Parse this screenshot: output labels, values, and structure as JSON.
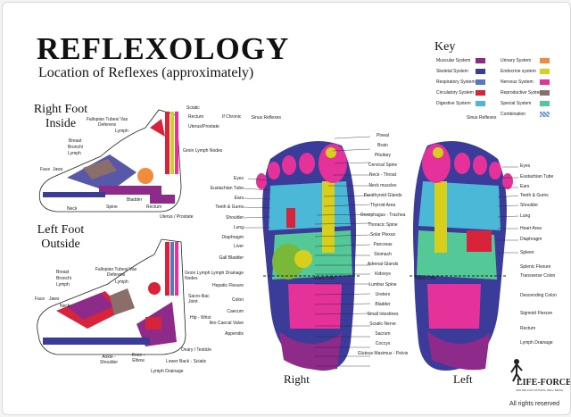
{
  "title": "REFLEXOLOGY",
  "subtitle": "Location of Reflexes (approximately)",
  "right_inside": {
    "heading": "Right Foot Inside",
    "labels": [
      "Fallopian Tubes/ Vas Deferens",
      "Sciatic",
      "Rectum",
      "Uterus/Prostate",
      "If Chronic",
      "Lymph",
      "Breast",
      "Bronchi",
      "Lymph",
      "Face",
      "Jaws",
      "Neck",
      "Spine",
      "Bladder",
      "Rectum",
      "Groin Lymph Nodes",
      "Uterus / Prostate"
    ]
  },
  "left_outside": {
    "heading": "Left Foot Outside",
    "labels": [
      "Fallopian Tubes/ Vas Deferens",
      "Groin Lymph Nodes",
      "Lymph",
      "Breast",
      "Bronchi",
      "Lymph",
      "Face",
      "Jaws",
      "Neck",
      "Sacro-Iliac Joint",
      "Hip - Wrist",
      "Ovary / Testicle",
      "Lower Back - Sciatic",
      "Knee - Elbow",
      "Ankle - Shoulder",
      "Lymph Drainage"
    ]
  },
  "sole_left_labels": [
    "Sinus Reflexes",
    "Eyes",
    "Eustachian Tube",
    "Ears",
    "Teeth & Gums",
    "Shoulder",
    "Lung",
    "Diaphragm",
    "Liver",
    "Gall Bladder",
    "Lymph Drainage",
    "Hepatic Flexure",
    "Waist Line",
    "Colon",
    "Caecum",
    "Ileo Caecal Valve",
    "Appendix"
  ],
  "sole_center_labels": [
    "Pineal",
    "Brain",
    "Pituitary",
    "Cervical Spine",
    "Neck - Throat",
    "Neck muscles",
    "Parathyroid Glands",
    "Thyroid Area",
    "Oesophagus - Trachea",
    "Thoracic Spine",
    "Solar Plexus",
    "Pancreas",
    "Stomach",
    "Adrenal Glands",
    "Kidneys",
    "Lumbar Spine",
    "Ureters",
    "Bladder",
    "Small intestines",
    "Sciatic Nerve",
    "Sacrum",
    "Coccyx",
    "Gluteus Maximus - Pelvis"
  ],
  "sole_right_labels": [
    "Sinus Reflexes",
    "Eyes",
    "Eustachian Tube",
    "Ears",
    "Teeth & Gums",
    "Shoulder",
    "Lung",
    "Heart Area",
    "Diaphragm",
    "Spleen",
    "Splenic Flexure",
    "Transverse Colon",
    "Waist Line",
    "Descending Colon",
    "Sigmoid Flexure",
    "Rectum",
    "Lymph Drainage"
  ],
  "foot_names": {
    "right": "Right",
    "left": "Left"
  },
  "key": {
    "heading": "Key",
    "items": [
      {
        "name": "Muscular System",
        "color": "#8e2a8a"
      },
      {
        "name": "Skeletal System",
        "color": "#3b3b9a"
      },
      {
        "name": "Respiratory System",
        "color": "#5b74c8"
      },
      {
        "name": "Circulatory System",
        "color": "#d8243a"
      },
      {
        "name": "Digestive System",
        "color": "#4bb8d8"
      },
      {
        "name": "Urinary System",
        "color": "#f08c3a"
      },
      {
        "name": "Endocrine system",
        "color": "#d8cf1c"
      },
      {
        "name": "Nervous System",
        "color": "#e4329a"
      },
      {
        "name": "Reproductive System",
        "color": "#8a6e6a"
      },
      {
        "name": "Special System",
        "color": "#55c898"
      },
      {
        "name": "Combination",
        "color": "#7a9ad8"
      }
    ]
  },
  "brand": "LIFE-FORCE",
  "brand_tagline": "CENTRE FOR NATURAL WELL BEING",
  "rights": "All rights reserved"
}
